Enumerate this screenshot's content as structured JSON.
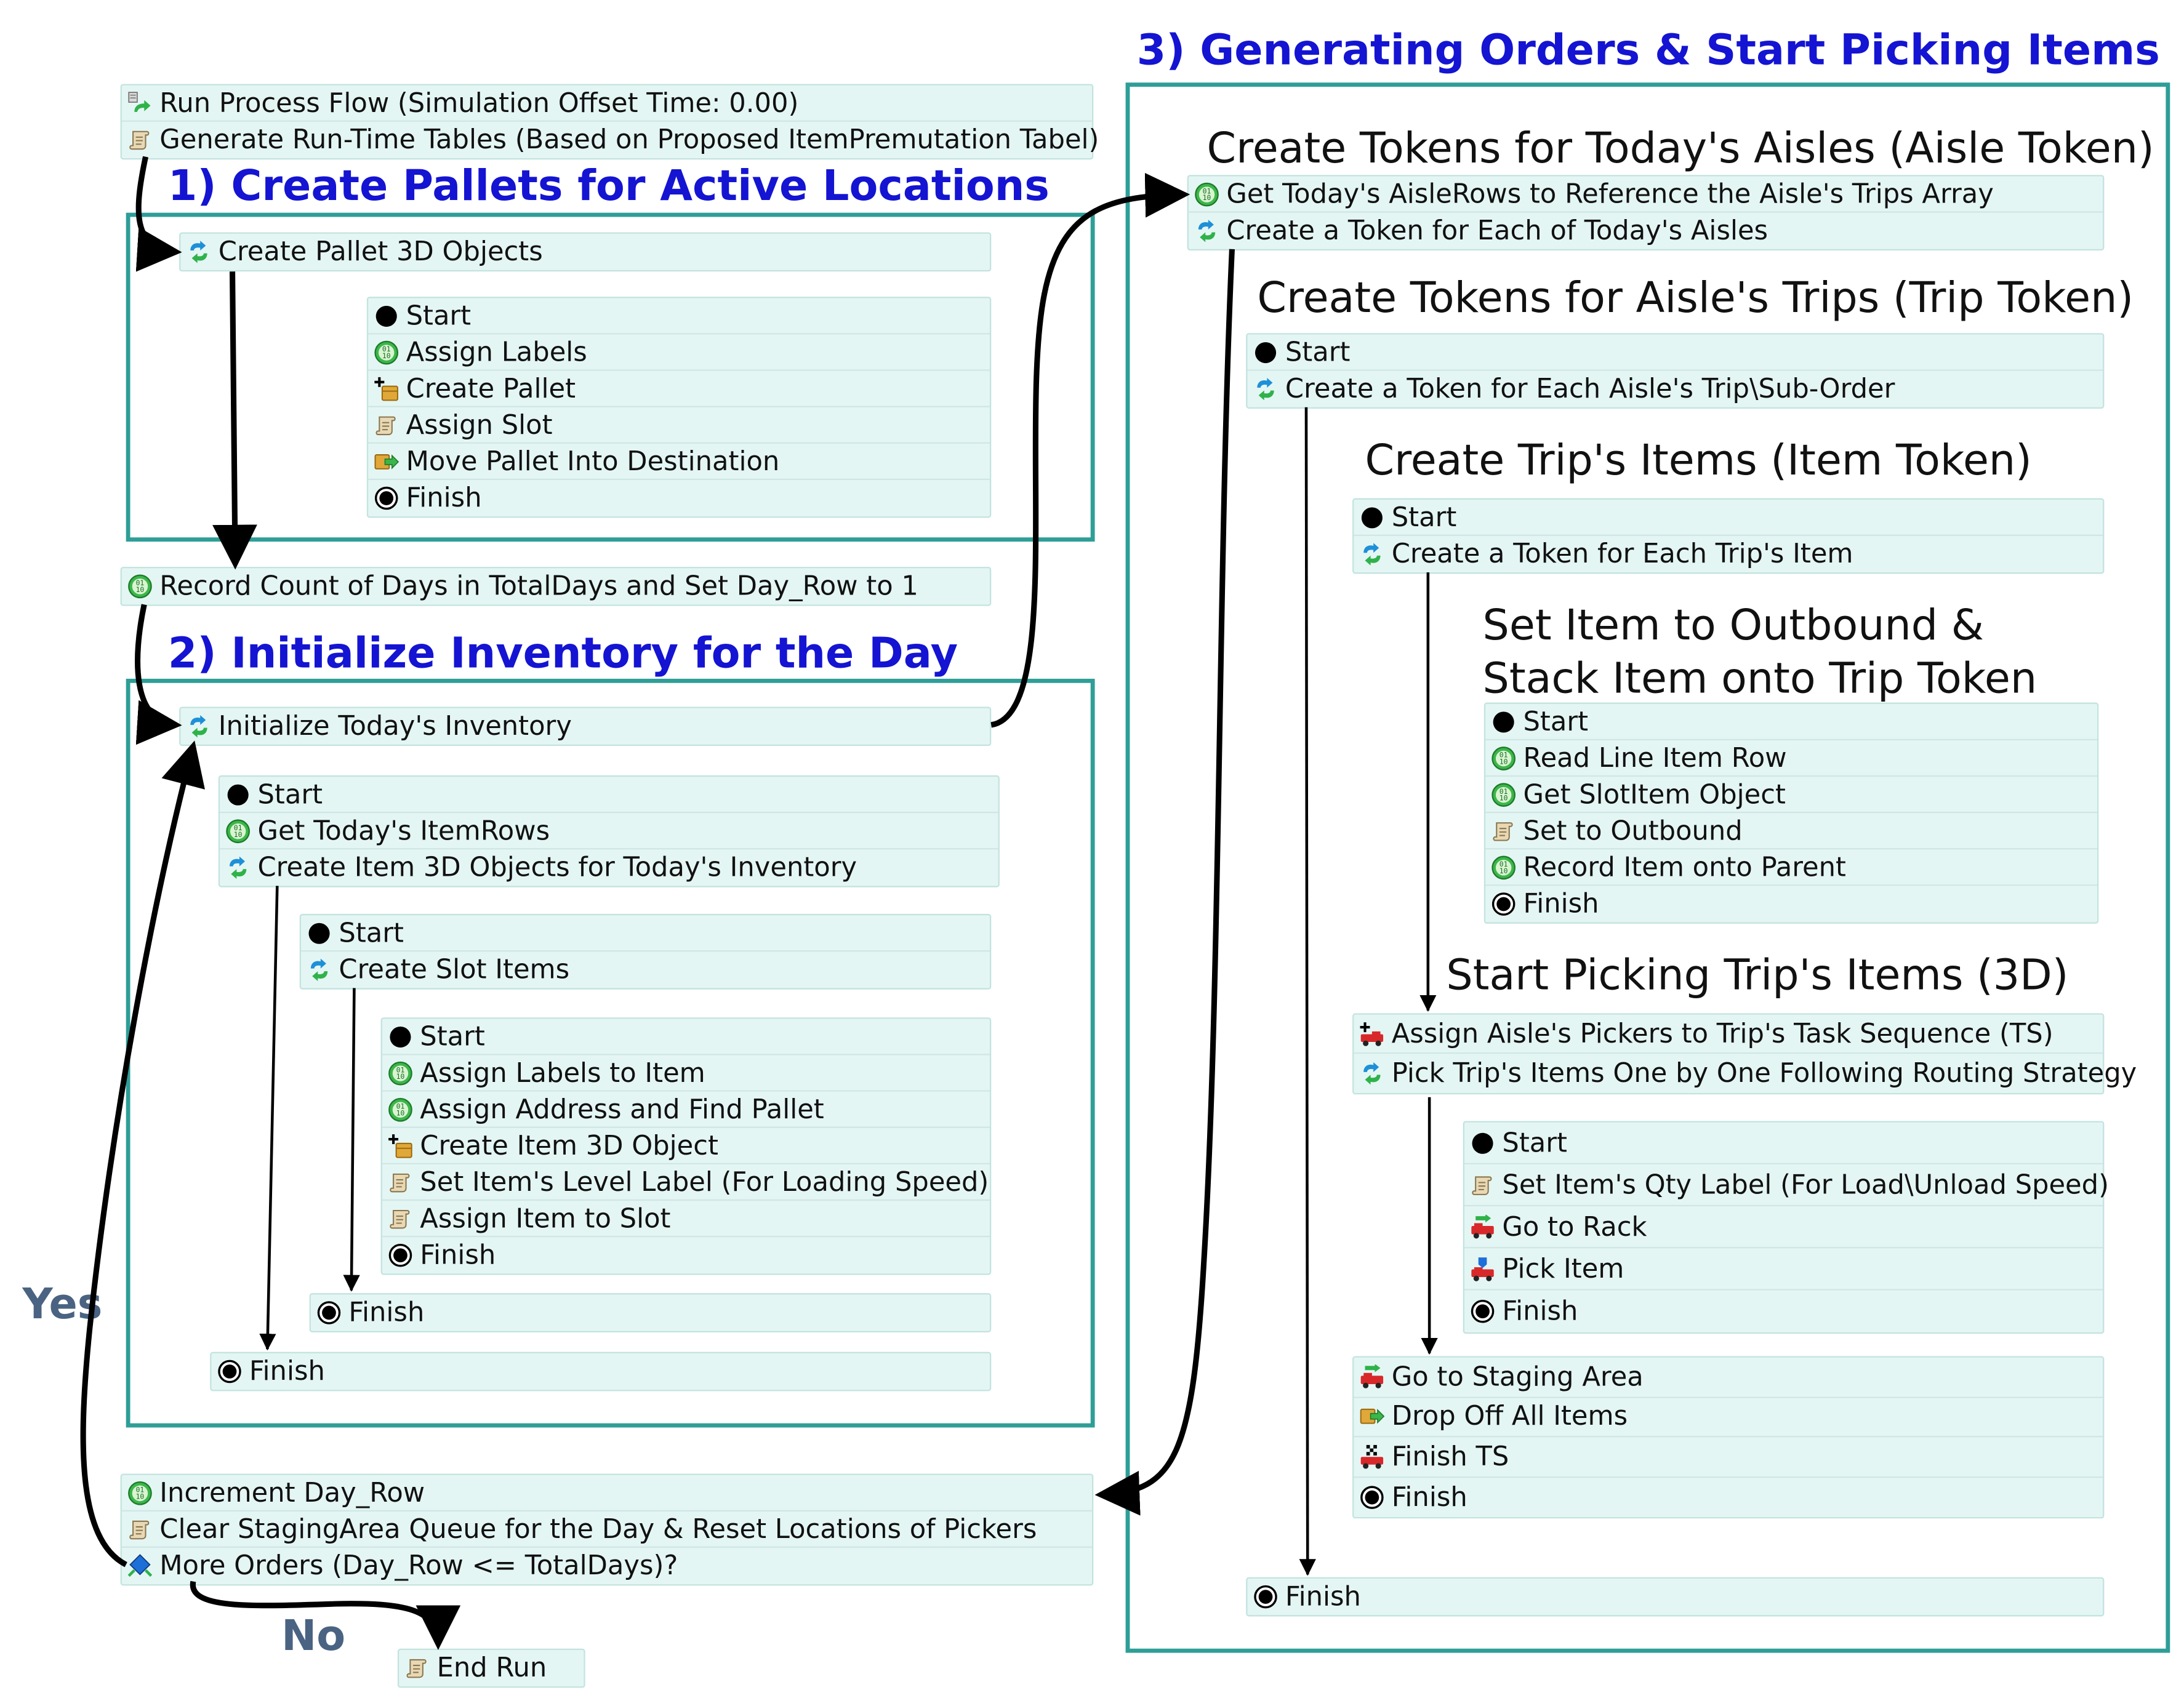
{
  "sections": {
    "s1_title": "1) Create Pallets for Active Locations",
    "s2_title": "2) Initialize Inventory for the Day",
    "s3_title": "3) Generating Orders & Start Picking Items"
  },
  "subheaders": {
    "aisle_token": "Create Tokens for Today's Aisles (Aisle Token)",
    "trip_token": "Create Tokens for Aisle's Trips (Trip Token)",
    "item_token": "Create Trip's Items (Item Token)",
    "outbound_line1": "Set Item to Outbound &",
    "outbound_line2": "Stack Item onto Trip Token",
    "picking": "Start Picking Trip's Items (3D)"
  },
  "labels": {
    "yes": "Yes",
    "no": "No"
  },
  "boxes": {
    "run_process": [
      {
        "icon": "run-flow-icon",
        "text": "Run Process Flow (Simulation Offset Time: 0.00)"
      },
      {
        "icon": "script-icon",
        "text": "Generate Run-Time Tables (Based on Proposed ItemPremutation Tabel)"
      }
    ],
    "create_pallet_3d": [
      {
        "icon": "loop-icon",
        "text": "Create Pallet 3D Objects"
      }
    ],
    "pallet_sub": [
      {
        "icon": "start-icon",
        "text": "Start"
      },
      {
        "icon": "label-icon",
        "text": "Assign Labels"
      },
      {
        "icon": "create-object-icon",
        "text": "Create Pallet"
      },
      {
        "icon": "script-icon",
        "text": "Assign Slot"
      },
      {
        "icon": "move-object-icon",
        "text": "Move Pallet Into Destination"
      },
      {
        "icon": "finish-icon",
        "text": "Finish"
      }
    ],
    "record_days": [
      {
        "icon": "label-icon",
        "text": "Record Count of Days in TotalDays and Set Day_Row to 1"
      }
    ],
    "init_inventory": [
      {
        "icon": "loop-icon",
        "text": "Initialize Today's Inventory"
      }
    ],
    "inventory_sub": [
      {
        "icon": "start-icon",
        "text": "Start"
      },
      {
        "icon": "label-icon",
        "text": "Get Today's ItemRows"
      },
      {
        "icon": "loop-icon",
        "text": "Create Item 3D Objects for Today's Inventory"
      }
    ],
    "slot_items": [
      {
        "icon": "start-icon",
        "text": "Start"
      },
      {
        "icon": "loop-icon",
        "text": "Create Slot Items"
      }
    ],
    "item_sub": [
      {
        "icon": "start-icon",
        "text": "Start"
      },
      {
        "icon": "label-icon",
        "text": "Assign Labels to Item"
      },
      {
        "icon": "label-icon",
        "text": "Assign Address and Find Pallet"
      },
      {
        "icon": "create-object-icon",
        "text": "Create Item 3D Object"
      },
      {
        "icon": "script-icon",
        "text": "Set Item's Level Label (For Loading Speed)"
      },
      {
        "icon": "script-icon",
        "text": "Assign Item to Slot"
      },
      {
        "icon": "finish-icon",
        "text": "Finish"
      }
    ],
    "finish_slot": [
      {
        "icon": "finish-icon",
        "text": "Finish"
      }
    ],
    "finish_inv": [
      {
        "icon": "finish-icon",
        "text": "Finish"
      }
    ],
    "increment": [
      {
        "icon": "label-icon",
        "text": "Increment Day_Row"
      },
      {
        "icon": "script-icon",
        "text": "Clear StagingArea Queue for the Day & Reset Locations of Pickers"
      },
      {
        "icon": "decide-icon",
        "text": "More Orders (Day_Row <= TotalDays)?"
      }
    ],
    "end_run": [
      {
        "icon": "script-icon",
        "text": "End Run"
      }
    ],
    "aisle_box": [
      {
        "icon": "label-icon",
        "text": "Get Today's AisleRows to Reference the Aisle's Trips Array"
      },
      {
        "icon": "loop-icon",
        "text": "Create a Token for Each of Today's Aisles"
      }
    ],
    "trip_box": [
      {
        "icon": "start-icon",
        "text": "Start"
      },
      {
        "icon": "loop-icon",
        "text": "Create a Token for Each Aisle's Trip\\Sub-Order"
      }
    ],
    "item_token_box": [
      {
        "icon": "start-icon",
        "text": "Start"
      },
      {
        "icon": "loop-icon",
        "text": "Create a Token for Each Trip's Item"
      }
    ],
    "outbound_box": [
      {
        "icon": "start-icon",
        "text": "Start"
      },
      {
        "icon": "label-icon",
        "text": "Read Line Item Row"
      },
      {
        "icon": "label-icon",
        "text": "Get SlotItem Object"
      },
      {
        "icon": "script-icon",
        "text": "Set to Outbound"
      },
      {
        "icon": "label-icon",
        "text": "Record Item onto Parent"
      },
      {
        "icon": "finish-icon",
        "text": "Finish"
      }
    ],
    "picking_box": [
      {
        "icon": "create-ts-icon",
        "text": "Assign Aisle's Pickers to Trip's Task Sequence (TS)"
      },
      {
        "icon": "loop-icon",
        "text": "Pick Trip's Items One by One Following Routing Strategy"
      }
    ],
    "pick_sub": [
      {
        "icon": "start-icon",
        "text": "Start"
      },
      {
        "icon": "script-icon",
        "text": "Set Item's Qty Label (For Load\\Unload Speed)"
      },
      {
        "icon": "travel-icon",
        "text": "Go to Rack"
      },
      {
        "icon": "load-icon",
        "text": "Pick Item"
      },
      {
        "icon": "finish-icon",
        "text": "Finish"
      }
    ],
    "staging_box": [
      {
        "icon": "travel-icon",
        "text": "Go to Staging Area"
      },
      {
        "icon": "move-object-icon",
        "text": "Drop Off All Items"
      },
      {
        "icon": "finish-ts-icon",
        "text": "Finish TS"
      },
      {
        "icon": "finish-icon",
        "text": "Finish"
      }
    ],
    "finish_s3": [
      {
        "icon": "finish-icon",
        "text": "Finish"
      }
    ]
  },
  "colors": {
    "section_title": "#1414d2",
    "frame": "#2e9e97",
    "box_fill": "#e4f6f4",
    "yes_no": "#4a6382"
  }
}
